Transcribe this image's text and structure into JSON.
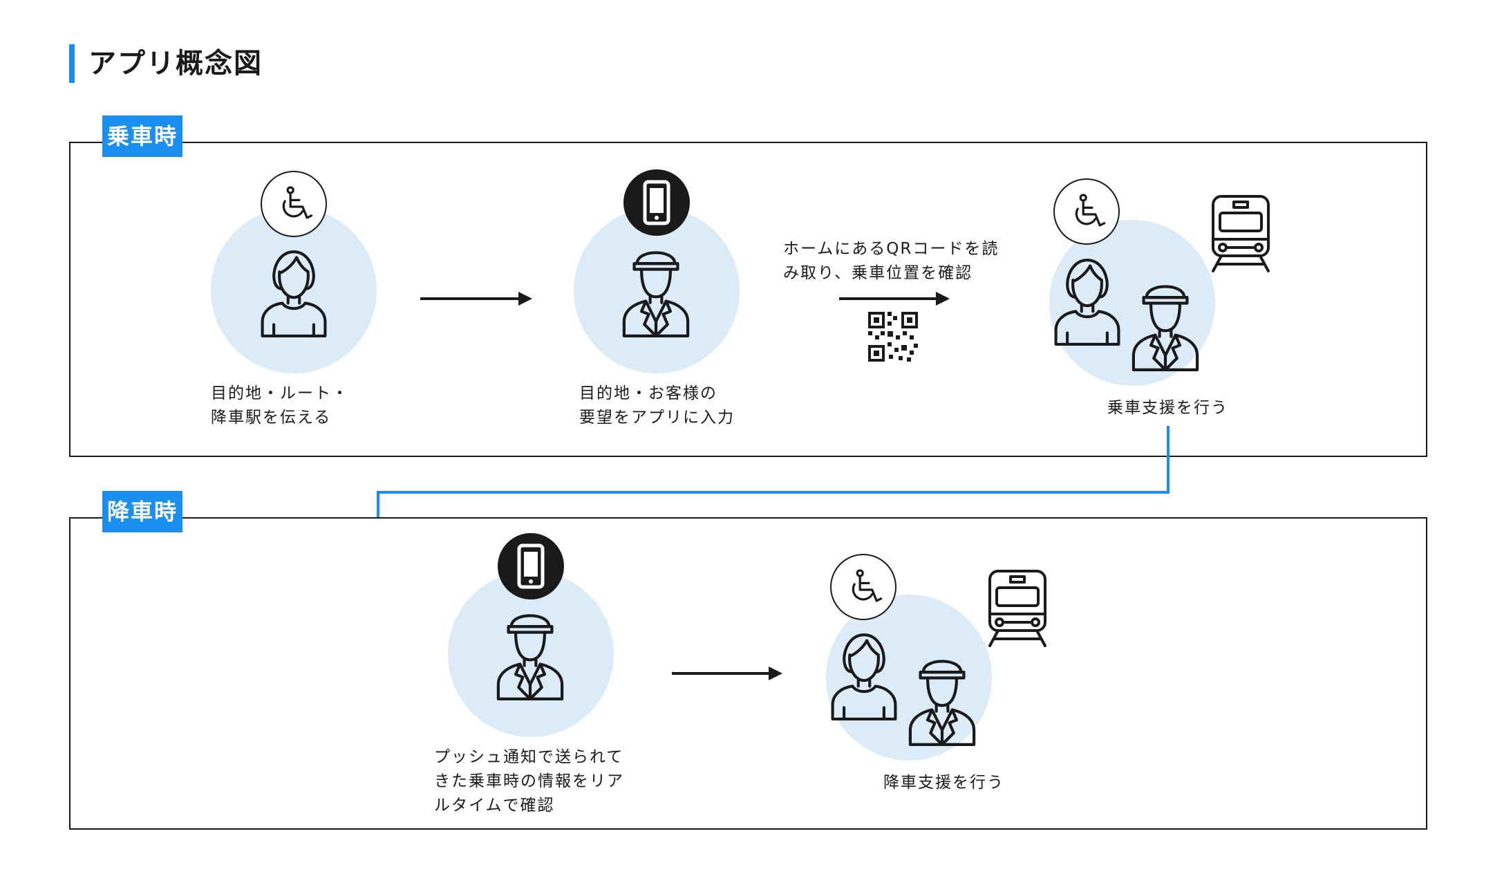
{
  "title": "アプリ概念図",
  "colors": {
    "accent": "#1a8fef",
    "circle_fill": "#dcebf8",
    "ink": "#1a1a1a"
  },
  "sections": {
    "boarding": {
      "tag": "乗車時",
      "steps": [
        {
          "line1": "目的地・ルート・",
          "line2": "降車駅を伝える"
        },
        {
          "line1": "目的地・お客様の",
          "line2": "要望をアプリに入力"
        },
        {
          "line1": "乗車支援を行う"
        }
      ],
      "qr_caption": {
        "line1": "ホームにあるQRコードを読",
        "line2": "み取り、乗車位置を確認"
      }
    },
    "alighting": {
      "tag": "降車時",
      "steps": [
        {
          "line1": "プッシュ通知で送られて",
          "line2": "きた乗車時の情報をリア",
          "line3": "ルタイムで確認"
        },
        {
          "line1": "降車支援を行う"
        }
      ]
    }
  },
  "icons": [
    "wheelchair-icon",
    "smartphone-icon",
    "passenger-woman-icon",
    "station-staff-icon",
    "train-icon",
    "qr-code-icon",
    "arrow-right-icon"
  ]
}
